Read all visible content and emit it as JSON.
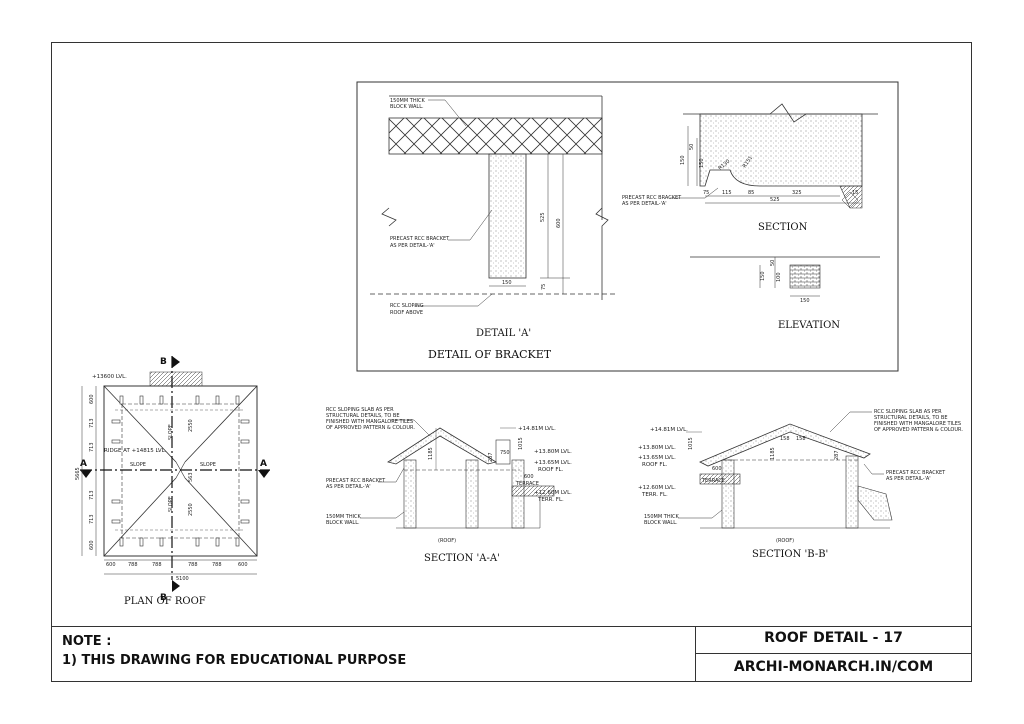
{
  "detail_a": {
    "caption": "DETAIL 'A'",
    "heading": "DETAIL OF BRACKET",
    "label_wall": "150MM THICK BLOCK WALL.",
    "label_wall_1": "150MM THICK",
    "label_wall_2": "BLOCK WALL.",
    "label_bracket_1": "PRECAST RCC BRACKET",
    "label_bracket_2": "AS PER DETAIL-'A'",
    "label_roof_1": "RCC SLOPING",
    "label_roof_2": "ROOF ABOVE",
    "dims": [
      "525",
      "600",
      "75",
      "150"
    ]
  },
  "section_detail": {
    "caption": "SECTION",
    "label_bracket_1": "PRECAST RCC BRACKET",
    "label_bracket_2": "AS PER DETAIL-'A'",
    "dims": [
      "150",
      "50",
      "150",
      "R130",
      "R151",
      "75",
      "115",
      "85",
      "325",
      "525",
      "15"
    ]
  },
  "elevation": {
    "caption": "ELEVATION",
    "dims": [
      "150",
      "50",
      "100",
      "150"
    ]
  },
  "plan": {
    "caption": "PLAN OF ROOF",
    "marker_b": "B",
    "marker_a": "A",
    "level_top": "+13600 LVL.",
    "ridge": "RIDGE AT +14815 LVL.",
    "slope": "SLOPE",
    "dims_bottom": [
      "600",
      "788",
      "788",
      "788",
      "788",
      "600"
    ],
    "total_width": "5100",
    "total_height": "5665",
    "dims_left": [
      "600",
      "713",
      "713",
      "713",
      "713",
      "600"
    ],
    "dims_mid": [
      "2550",
      "2550",
      "563"
    ]
  },
  "section_aa": {
    "caption": "SECTION 'A-A'",
    "sub": "(ROOF)",
    "label_slab_1": "RCC SLOPING SLAB AS PER",
    "label_slab_2": "STRUCTURAL DETAILS, TO BE",
    "label_slab_3": "FINISHED WITH MANGALORE TILES",
    "label_slab_4": "OF APPROVED PATTERN & COLOUR.",
    "label_bracket_1": "PRECAST RCC BRACKET",
    "label_bracket_2": "AS PER DETAIL-'A'",
    "label_wall_1": "150MM THICK",
    "label_wall_2": "BLOCK WALL.",
    "levels": [
      "+14.81M LVL.",
      "+13.80M LVL.",
      "+13.65M LVL.",
      "ROOF FL.",
      "+12.60M LVL.",
      "TERR. FL."
    ],
    "terrace": "TERRACE",
    "dims": [
      "1185",
      "1015",
      "750",
      "600",
      "287"
    ]
  },
  "section_bb": {
    "caption": "SECTION 'B-B'",
    "sub": "(ROOF)",
    "label_slab_1": "RCC SLOPING SLAB AS PER",
    "label_slab_2": "STRUCTURAL DETAILS, TO BE",
    "label_slab_3": "FINISHED WITH MANGALORE TILES",
    "label_slab_4": "OF APPROVED PATTERN & COLOUR.",
    "label_bracket_1": "PRECAST RCC BRACKET",
    "label_bracket_2": "AS PER DETAIL-'A'",
    "label_wall_1": "150MM THICK",
    "label_wall_2": "BLOCK WALL.",
    "levels": [
      "+14.81M LVL.",
      "+13.80M LVL.",
      "+13.65M LVL.",
      "ROOF FL.",
      "+12.60M LVL.",
      "TERR. FL."
    ],
    "terrace": "TERRACE",
    "dims": [
      "1185",
      "158",
      "158",
      "600",
      "287",
      "1015"
    ]
  },
  "title_block": {
    "note_title": "NOTE :",
    "note_line": "1) THIS DRAWING FOR EDUCATIONAL PURPOSE",
    "sheet_title": "ROOF DETAIL - 17",
    "site": "ARCHI-MONARCH.IN/COM"
  }
}
